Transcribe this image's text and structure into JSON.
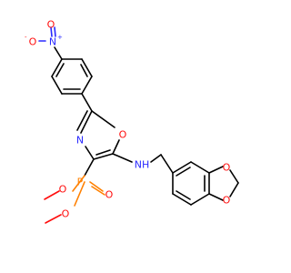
{
  "structure": {
    "atom_labels": {
      "nitro_O_top": "O",
      "nitro_N": "N",
      "nitro_N_charge": "+",
      "nitro_O_left": "O",
      "nitro_O_left_charge": "-",
      "oxazole_O": "O",
      "oxazole_N": "N",
      "P": "P",
      "P_O_double": "O",
      "P_O_ester1": "O",
      "P_O_ester2": "O",
      "NH": "NH",
      "dioxole_O_top": "O",
      "dioxole_O_bottom": "O"
    }
  },
  "colors": {
    "carbon": "#000000",
    "oxygen": "#ff0d0d",
    "nitrogen": "#2a2aff",
    "phosphorus": "#ff8000"
  }
}
